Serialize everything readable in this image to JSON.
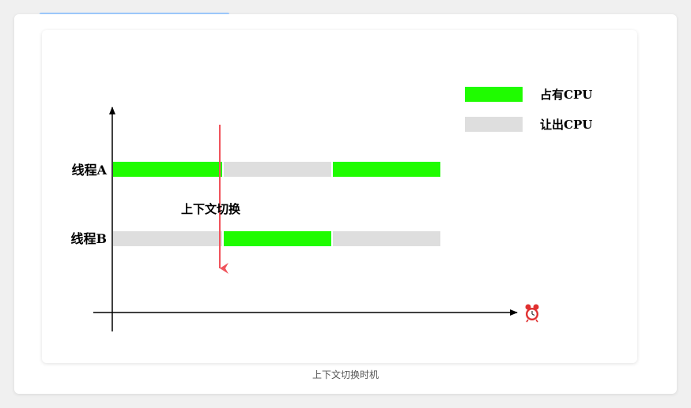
{
  "diagram": {
    "threads": [
      {
        "label": "线程A",
        "segments": [
          {
            "state": "holding",
            "start": 0,
            "end": 2
          },
          {
            "state": "yielding",
            "start": 2,
            "end": 4
          },
          {
            "state": "holding",
            "start": 4,
            "end": 6
          }
        ]
      },
      {
        "label": "线程B",
        "segments": [
          {
            "state": "yielding",
            "start": 0,
            "end": 2
          },
          {
            "state": "holding",
            "start": 2,
            "end": 4
          },
          {
            "state": "yielding",
            "start": 4,
            "end": 6
          }
        ]
      }
    ],
    "legend": {
      "holding_label": "占有CPU",
      "yielding_label": "让出CPU"
    },
    "switch_label": "上下文切换",
    "x_axis_icon": "alarm-clock-icon",
    "colors": {
      "holding": "#1ffc00",
      "yielding": "#dedede",
      "switch_arrow": "#f0545c",
      "axis": "#000000"
    }
  },
  "caption": "上下文切换时机"
}
